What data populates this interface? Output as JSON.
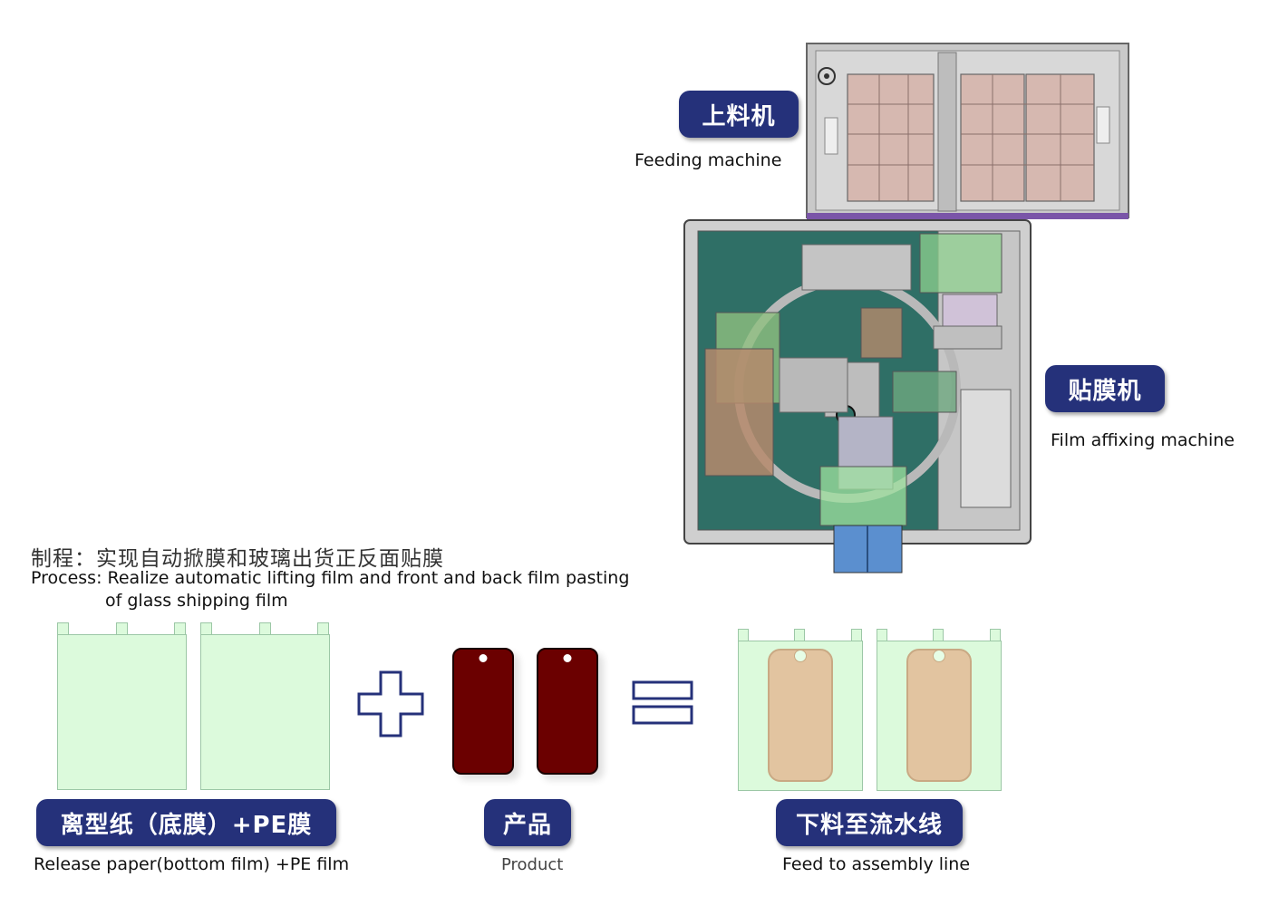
{
  "labels": {
    "feeding_cn": "上料机",
    "feeding_en": "Feeding machine",
    "film_cn": "贴膜机",
    "film_en": "Film affixing machine",
    "process_cn": "制程：实现自动掀膜和玻璃出货正反面贴膜",
    "process_en_line1": "Process: Realize automatic lifting film and front and back film pasting",
    "process_en_line2": "of glass shipping film",
    "release_cn": "离型纸（底膜）+PE膜",
    "release_en": "Release paper(bottom film)  +PE film",
    "product_cn": "产品",
    "product_en": "Product",
    "output_cn": "下料至流水线",
    "output_en": "Feed to assembly line"
  },
  "colors": {
    "pill_bg": "#25317a",
    "film_fill": "#dcfadc",
    "phone_fill": "#6b0000",
    "product_fill": "#e2c4a0",
    "symbol_stroke": "#25317a",
    "machine_teal": "#2f6f66"
  },
  "icons": {
    "plus": "plus-icon",
    "equals": "equals-icon"
  }
}
